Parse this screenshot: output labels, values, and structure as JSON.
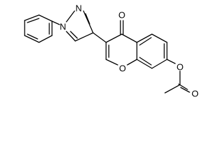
{
  "molecule": {
    "atom_labels": {
      "pyrazole_n1": "N",
      "pyrazole_n2": "N",
      "ketone_oxygen": "O",
      "ring_oxygen": "O",
      "ester_oxygen": "O",
      "carbonyl_oxygen": "O"
    }
  },
  "colors": {
    "bond": "#000000",
    "label": "#000000",
    "background": "#ffffff"
  }
}
